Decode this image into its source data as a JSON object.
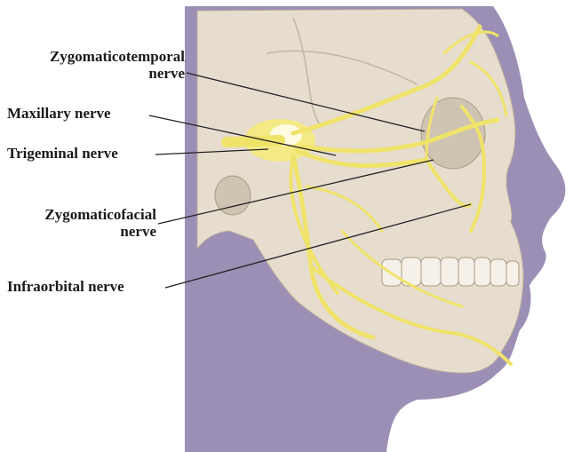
{
  "labels": {
    "zygomaticotemporal": {
      "line1": "Zygomaticotemporal",
      "line2": "nerve"
    },
    "maxillary": "Maxillary nerve",
    "trigeminal": "Trigeminal nerve",
    "zygomaticofacial": {
      "line1": "Zygomaticofacial",
      "line2": "nerve"
    },
    "infraorbital": "Infraorbital nerve"
  },
  "colors": {
    "skin": "#9c8fb6",
    "skull": "#e6ddcf",
    "nerve": "#f0e36a",
    "leader": "#222222"
  }
}
